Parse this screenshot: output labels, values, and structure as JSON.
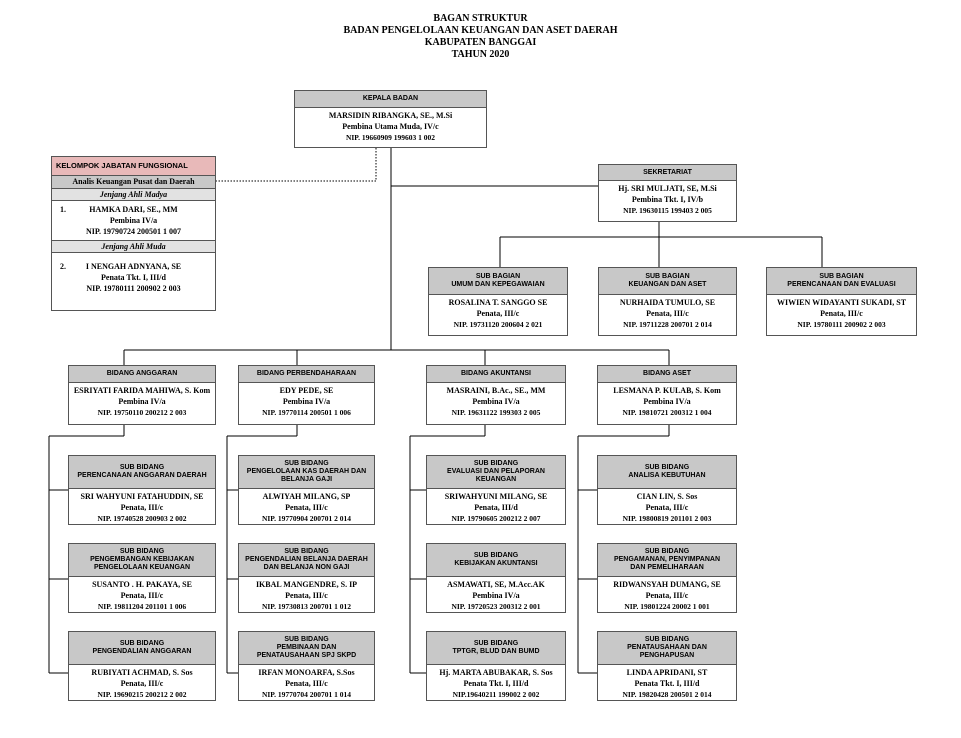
{
  "title": {
    "line1": "BAGAN STRUKTUR",
    "line2": "BADAN PENGELOLAAN KEUANGAN DAN ASET DAERAH",
    "line3": "KABUPATEN BANGGAI",
    "line4": "TAHUN  2020"
  },
  "kepala": {
    "header": "KEPALA BADAN",
    "name": "MARSIDIN RIBANGKA, SE., M.Si",
    "rank": "Pembina Utama Muda, IV/c",
    "nip": "NIP. 19660909 199603 1 002"
  },
  "sekretariat": {
    "header": "SEKRETARIAT",
    "name": "Hj. SRI MULJATI, SE, M.Si",
    "rank": "Pembina Tkt. I, IV/b",
    "nip": "NIP. 19630115 199403 2 005"
  },
  "fungsional": {
    "header": "KELOMPOK JABATAN FUNGSIONAL",
    "subheader": "Analis Keuangan Pusat dan Daerah",
    "level1": "Jenjang Ahli Madya",
    "item1": {
      "num": "1.",
      "name": "HAMKA DARI, SE., MM",
      "rank": "Pembina IV/a",
      "nip": "NIP. 19790724 200501 1 007"
    },
    "level2": "Jenjang Ahli Muda",
    "item2": {
      "num": "2.",
      "name": "I NENGAH ADNYANA, SE",
      "rank": "Penata Tkt. I, III/d",
      "nip": "NIP. 19780111 200902 2 003"
    }
  },
  "subbagian": [
    {
      "h1": "SUB BAGIAN",
      "h2": "UMUM DAN KEPEGAWAIAN",
      "name": "ROSALINA T. SANGGO SE",
      "rank": "Penata, III/c",
      "nip": "NIP.  19731120 200604 2 021"
    },
    {
      "h1": "SUB BAGIAN",
      "h2": "KEUANGAN DAN ASET",
      "name": "NURHAIDA TUMULO, SE",
      "rank": "Penata, III/c",
      "nip": "NIP. 19711228 200701 2 014"
    },
    {
      "h1": "SUB BAGIAN",
      "h2": "PERENCANAAN  DAN EVALUASI",
      "name": "WIWIEN WIDAYANTI SUKADI, ST",
      "rank": "Penata, III/c",
      "nip": "NIP. 19780111 200902 2 003"
    }
  ],
  "bidang": [
    {
      "header": "BIDANG ANGGARAN",
      "name": "ESRIYATI FARIDA MAHIWA, S. Kom",
      "rank": "Pembina IV/a",
      "nip": "NIP. 19750110 200212 2 003"
    },
    {
      "header": "BIDANG PERBENDAHARAAN",
      "name": "EDY  PEDE, SE",
      "rank": "Pembina IV/a",
      "nip": "NIP. 19770114 200501 1 006"
    },
    {
      "header": "BIDANG AKUNTANSI",
      "name": "MASRAINI, B.Ac., SE., MM",
      "rank": "Pembina IV/a",
      "nip": "NIP. 19631122 199303 2 005"
    },
    {
      "header": "BIDANG  ASET",
      "name": "LESMANA P. KULAB, S. Kom",
      "rank": "Pembina IV/a",
      "nip": "NIP. 19810721 200312 1 004"
    }
  ],
  "subbidang": [
    [
      {
        "h1": "SUB BIDANG",
        "h2": "PERENCANAAN ANGGARAN DAERAH",
        "h3": "",
        "name": "SRI WAHYUNI FATAHUDDIN, SE",
        "rank": "Penata, III/c",
        "nip": "NIP. 19740528 200903 2 002"
      },
      {
        "h1": "SUB BIDANG",
        "h2": "PENGEMBANGAN KEBIJAKAN",
        "h3": "PENGELOLAAN KEUANGAN",
        "name": "SUSANTO . H. PAKAYA, SE",
        "rank": "Penata, III/c",
        "nip": "NIP. 19811204 201101 1 006"
      },
      {
        "h1": "SUB BIDANG",
        "h2": "PENGENDALIAN ANGGARAN",
        "h3": "",
        "name": "RUBIYATI ACHMAD, S. Sos",
        "rank": "Penata, III/c",
        "nip": "NIP. 19690215 200212 2 002"
      }
    ],
    [
      {
        "h1": "SUB BIDANG",
        "h2": "PENGELOLAAN KAS DAERAH DAN",
        "h3": "BELANJA GAJI",
        "name": "ALWIYAH  MILANG, SP",
        "rank": "Penata, III/c",
        "nip": "NIP. 19770904 200701 2 014"
      },
      {
        "h1": "SUB BIDANG",
        "h2": "PENGENDALIAN BELANJA DAERAH",
        "h3": "DAN BELANJA NON GAJI",
        "name": "IKBAL MANGENDRE, S. IP",
        "rank": "Penata, III/c",
        "nip": "NIP. 19730813 200701 1 012"
      },
      {
        "h1": "SUB BIDANG",
        "h2": "PEMBINAAN DAN",
        "h3": "PENATAUSAHAAN SPJ SKPD",
        "name": "IRFAN  MONOARFA, S.Sos",
        "rank": "Penata, III/c",
        "nip": "NIP. 19770704 200701 1 014"
      }
    ],
    [
      {
        "h1": "SUB BIDANG",
        "h2": "EVALUASI DAN PELAPORAN",
        "h3": "KEUANGAN",
        "name": "SRIWAHYUNI  MILANG, SE",
        "rank": "Penata, III/d",
        "nip": "NIP. 19790605 200212 2 007"
      },
      {
        "h1": "SUB BIDANG",
        "h2": "KEBIJAKAN AKUNTANSI",
        "h3": "",
        "name": "ASMAWATI, SE, M.Acc.AK",
        "rank": "Pembina IV/a",
        "nip": "NIP. 19720523 200312 2 001"
      },
      {
        "h1": "SUB BIDANG",
        "h2": "TPTGR, BLUD DAN BUMD",
        "h3": "",
        "name": "Hj. MARTA ABUBAKAR, S. Sos",
        "rank": "Penata Tkt. I, III/d",
        "nip": "NIP.19640211 199002 2 002"
      }
    ],
    [
      {
        "h1": "SUB BIDANG",
        "h2": "ANALISA KEBUTUHAN",
        "h3": "",
        "name": "CIAN LIN, S. Sos",
        "rank": "Penata, III/c",
        "nip": "NIP. 19800819 201101 2 003"
      },
      {
        "h1": "SUB BIDANG",
        "h2": "PENGAMANAN, PENYIMPANAN",
        "h3": "DAN PEMELIHARAAN",
        "name": "RIDWANSYAH DUMANG, SE",
        "rank": "Penata, III/c",
        "nip": "NIP. 19801224 20002 1 001"
      },
      {
        "h1": "SUB BIDANG",
        "h2": "PENATAUSAHAAN DAN",
        "h3": "PENGHAPUSAN",
        "name": "LINDA  APRIDANI, ST",
        "rank": "Penata Tkt. I, III/d",
        "nip": "NIP. 19820428 200501 2 014"
      }
    ]
  ]
}
